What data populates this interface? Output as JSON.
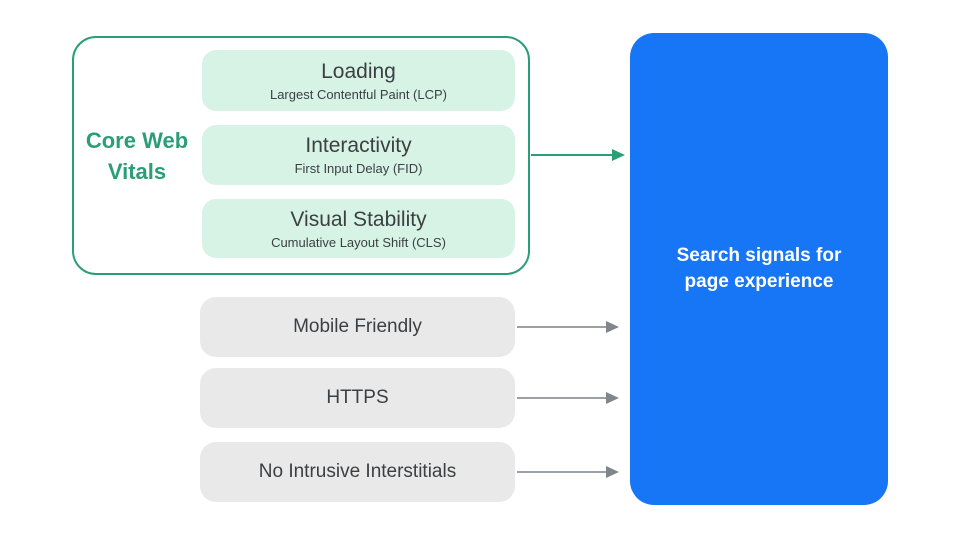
{
  "colors": {
    "background": "#ffffff",
    "green": "#2b9e77",
    "green_light": "#d7f3e6",
    "gray_pill": "#e9e9e9",
    "text_dark": "#3c4043",
    "arrow_gray": "#9aa0a6",
    "blue": "#1776f6",
    "result_text": "#ffffff"
  },
  "core_web_vitals": {
    "label": "Core Web Vitals",
    "items": [
      {
        "title": "Loading",
        "subtitle": "Largest Contentful Paint (LCP)"
      },
      {
        "title": "Interactivity",
        "subtitle": "First Input Delay (FID)"
      },
      {
        "title": "Visual Stability",
        "subtitle": "Cumulative Layout Shift (CLS)"
      }
    ]
  },
  "signals": [
    {
      "label": "Mobile Friendly"
    },
    {
      "label": "HTTPS"
    },
    {
      "label": "No Intrusive Interstitials"
    }
  ],
  "result": {
    "label": "Search signals for page experience"
  }
}
